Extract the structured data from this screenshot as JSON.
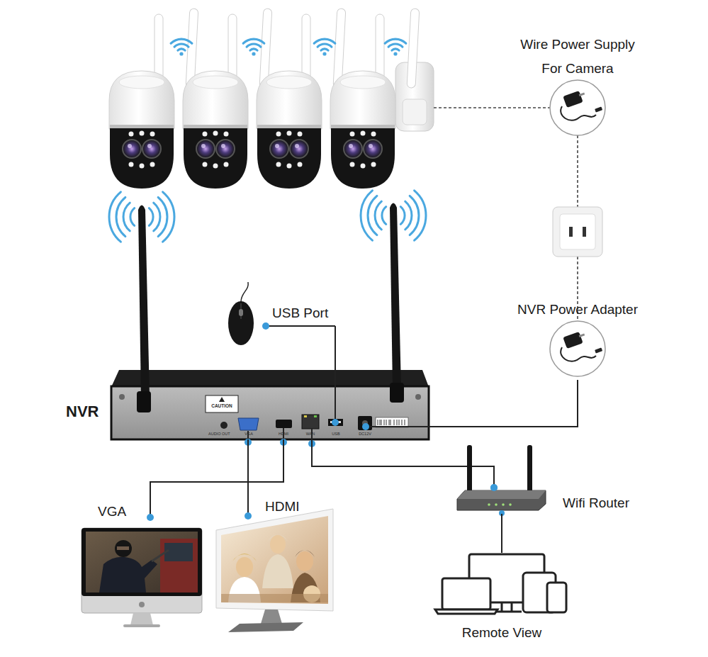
{
  "diagram": {
    "nodes": [
      {
        "text": [
          "Wire Power Supply For Camera"
        ]
      },
      {
        "text": [
          "USB Port"
        ]
      },
      {
        "text": [
          "NVR Power Adapter"
        ]
      },
      {
        "text": [
          "NVR"
        ]
      },
      {
        "text": [
          "VGA"
        ]
      },
      {
        "text": [
          "HDMI"
        ]
      },
      {
        "text": [
          "Wifi Router"
        ]
      },
      {
        "text": [
          "Remote View"
        ]
      }
    ],
    "edges": [
      {
        "from": 1,
        "to": 3,
        "arrow": "none"
      },
      {
        "from": 2,
        "to": 3,
        "arrow": "none"
      },
      {
        "from": 3,
        "to": 4,
        "arrow": "none"
      },
      {
        "from": 3,
        "to": 5,
        "arrow": "none"
      },
      {
        "from": 3,
        "to": 6,
        "arrow": "none"
      },
      {
        "from": 6,
        "to": 7,
        "arrow": "none"
      }
    ],
    "labels": [
      "CAUTION",
      "AUDIO OUT",
      "VGA",
      "HDMI",
      "WAN",
      "USB",
      "DC12V"
    ]
  }
}
